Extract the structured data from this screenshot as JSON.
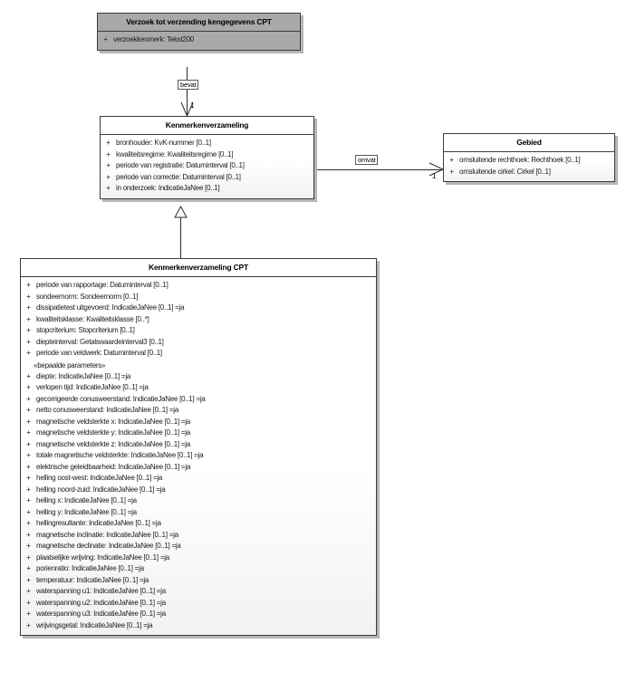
{
  "diagram": {
    "type": "uml-class-diagram",
    "title": "Kenmerkenverzameling CPT class diagram",
    "colors": {
      "gray_class_fill": "#a9a9a9",
      "white_class_fill": "#ffffff",
      "border": "#3c3c3c",
      "shadow": "#b6b6b6",
      "line": "#2b2b2b",
      "text": "#000000"
    }
  },
  "classes": {
    "verzoek": {
      "name": "Verzoek tot verzending kengegevens CPT",
      "attributes": [
        {
          "visibility": "+",
          "signature": "verzoekkenmerk: Tekst200"
        }
      ]
    },
    "kenmerkenverzameling": {
      "name": "Kenmerkenverzameling",
      "attributes": [
        {
          "visibility": "+",
          "signature": "bronhouder: KvK-nummer [0..1]"
        },
        {
          "visibility": "+",
          "signature": "kwaliteitsregime: Kwaliteitsregime [0..1]"
        },
        {
          "visibility": "+",
          "signature": "periode van registratie: Datuminterval [0..1]"
        },
        {
          "visibility": "+",
          "signature": "periode van correctie: Datuminterval [0..1]"
        },
        {
          "visibility": "+",
          "signature": "in onderzoek: IndicatieJaNee [0..1]"
        }
      ]
    },
    "gebied": {
      "name": "Gebied",
      "attributes": [
        {
          "visibility": "+",
          "signature": "omsluitende rechthoek: Rechthoek [0..1]"
        },
        {
          "visibility": "+",
          "signature": "omsluitende cirkel: Cirkel [0..1]"
        }
      ]
    },
    "kenmerkenverzameling_cpt": {
      "name": "Kenmerkenverzameling CPT",
      "attributes_top": [
        {
          "visibility": "+",
          "signature": "periode van rapportage: Datuminterval [0..1]"
        },
        {
          "visibility": "+",
          "signature": "sondeernorm: Sondeernorm [0..1]"
        },
        {
          "visibility": "+",
          "signature": "dissipatietest uitgevoerd: IndicatieJaNee [0..1] =ja"
        },
        {
          "visibility": "+",
          "signature": "kwaliteitsklasse: Kwaliteitsklasse [0..*]"
        },
        {
          "visibility": "+",
          "signature": "stopcriterium: Stopcriterium [0..1]"
        },
        {
          "visibility": "+",
          "signature": "diepteinterval: Getalswaardeinterval3 [0..1]"
        },
        {
          "visibility": "+",
          "signature": "periode van veldwerk: Datuminterval [0..1]"
        }
      ],
      "stereotype": "«bepaalde parameters»",
      "attributes_params": [
        {
          "visibility": "+",
          "signature": "diepte: IndicatieJaNee [0..1] =ja"
        },
        {
          "visibility": "+",
          "signature": "verlopen tijd: IndicatieJaNee [0..1] =ja"
        },
        {
          "visibility": "+",
          "signature": "gecorrigeerde conusweerstand: IndicatieJaNee [0..1] =ja"
        },
        {
          "visibility": "+",
          "signature": "netto conusweerstand: IndicatieJaNee [0..1] =ja"
        },
        {
          "visibility": "+",
          "signature": "magnetische veldsterkte x: IndicatieJaNee [0..1] =ja"
        },
        {
          "visibility": "+",
          "signature": "magnetische veldsterkte y: IndicatieJaNee [0..1] =ja"
        },
        {
          "visibility": "+",
          "signature": "magnetische veldsterkte z: IndicatieJaNee [0..1] =ja"
        },
        {
          "visibility": "+",
          "signature": "totale magnetische veldsterkte: IndicatieJaNee [0..1] =ja"
        },
        {
          "visibility": "+",
          "signature": "elektrische geleidbaarheid: IndicatieJaNee [0..1] =ja"
        },
        {
          "visibility": "+",
          "signature": "helling oost-west: IndicatieJaNee [0..1] =ja"
        },
        {
          "visibility": "+",
          "signature": "helling noord-zuid: IndicatieJaNee [0..1] =ja"
        },
        {
          "visibility": "+",
          "signature": "helling x: IndicatieJaNee [0..1] =ja"
        },
        {
          "visibility": "+",
          "signature": "helling y: IndicatieJaNee [0..1] =ja"
        },
        {
          "visibility": "+",
          "signature": "hellingresultante: IndicatieJaNee [0..1] =ja"
        },
        {
          "visibility": "+",
          "signature": "magnetische inclinatie: IndicatieJaNee [0..1] =ja"
        },
        {
          "visibility": "+",
          "signature": "magnetische declinatie: IndicatieJaNee [0..1] =ja"
        },
        {
          "visibility": "+",
          "signature": "plaatselijke wrijving: IndicatieJaNee [0..1] =ja"
        },
        {
          "visibility": "+",
          "signature": "porienratio: IndicatieJaNee [0..1] =ja"
        },
        {
          "visibility": "+",
          "signature": "temperatuur: IndicatieJaNee [0..1] =ja"
        },
        {
          "visibility": "+",
          "signature": "waterspanning u1: IndicatieJaNee [0..1] =ja"
        },
        {
          "visibility": "+",
          "signature": "waterspanning u2: IndicatieJaNee [0..1] =ja"
        },
        {
          "visibility": "+",
          "signature": "waterspanning u3: IndicatieJaNee [0..1] =ja"
        },
        {
          "visibility": "+",
          "signature": "wrijvingsgetal: IndicatieJaNee [0..1] =ja"
        }
      ]
    }
  },
  "associations": {
    "bevat": {
      "label": "bevat",
      "target_multiplicity": "1",
      "from": "Verzoek tot verzending kengegevens CPT",
      "to": "Kenmerkenverzameling",
      "arrow": "open"
    },
    "omvat": {
      "label": "omvat",
      "target_multiplicity": "1",
      "from": "Kenmerkenverzameling",
      "to": "Gebied",
      "arrow": "open"
    },
    "generalization": {
      "from": "Kenmerkenverzameling CPT",
      "to": "Kenmerkenverzameling",
      "arrow": "hollow-triangle"
    }
  }
}
